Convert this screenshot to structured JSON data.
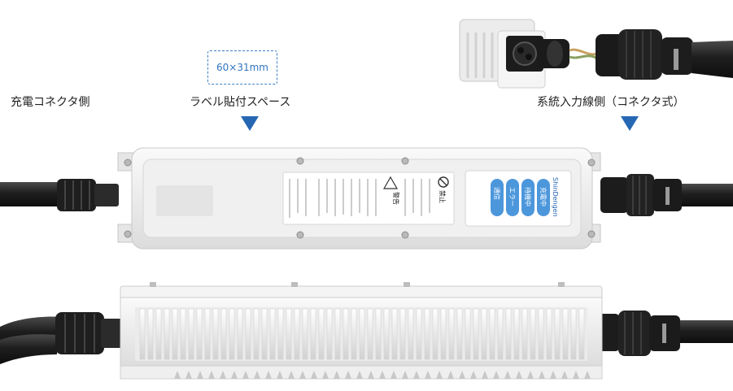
{
  "labels": {
    "charger_side": "充電コネクタ側",
    "label_space": "ラベル貼付スペース",
    "label_size": "60×31mm",
    "grid_side": "系統入力線側（コネクタ式）"
  },
  "device": {
    "brand": "ShinDengen",
    "warning_title": "警告",
    "prohibit_title": "禁止",
    "buttons": [
      "充電中",
      "待機中",
      "エラー",
      "通信"
    ]
  },
  "colors": {
    "accent": "#2667b4",
    "housing": "#f3f3f3",
    "cable": "#2b2b2b",
    "button": "#4c97dc"
  }
}
